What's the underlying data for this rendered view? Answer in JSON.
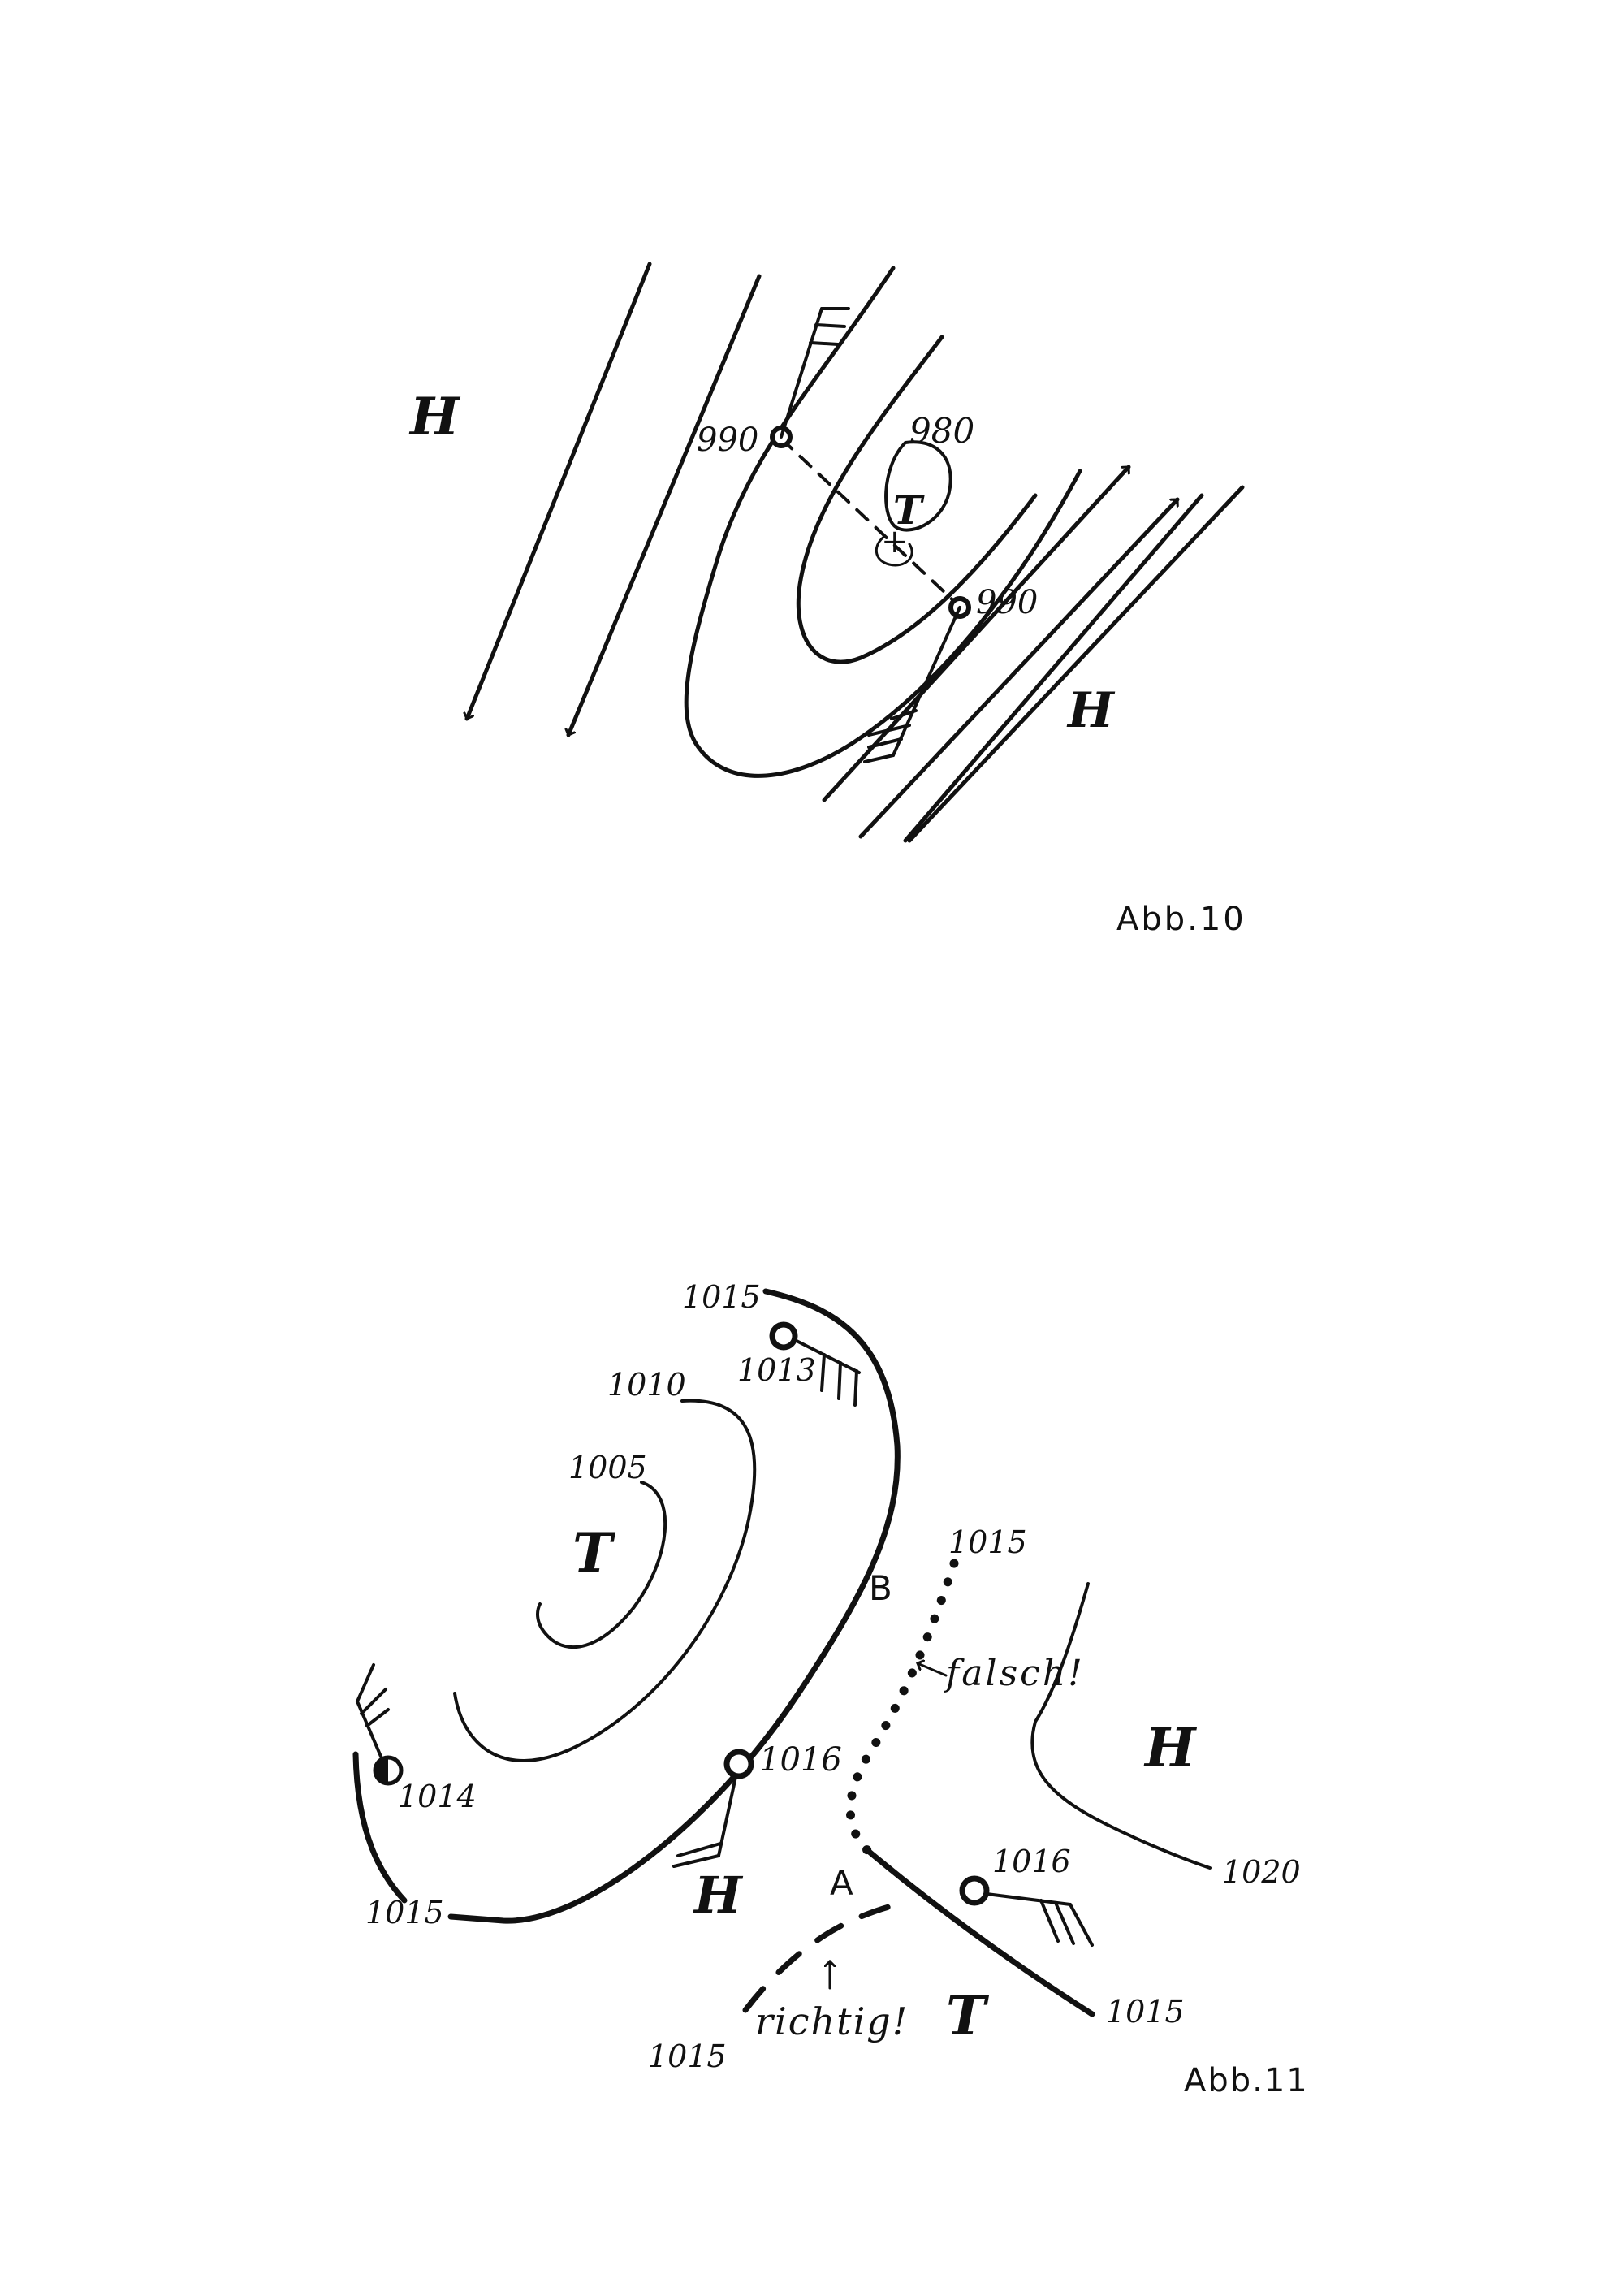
{
  "fig10": {
    "caption": "Abb.10",
    "high_left": "H",
    "high_right": "H",
    "low": "T",
    "isobar_center": "980",
    "station_nw": "990",
    "station_se": "990"
  },
  "fig11": {
    "caption": "Abb.11",
    "low_main": "T",
    "low_south": "T",
    "high_east": "H",
    "high_south": "H",
    "point_a": "A",
    "point_b": "B",
    "iso_1015_top": "1015",
    "iso_1010": "1010",
    "iso_1005": "1005",
    "iso_1015_left": "1015",
    "iso_1015_dotted": "1015",
    "iso_1020": "1020",
    "iso_1015_right": "1015",
    "iso_1015_bottom": "1015",
    "station_1013": "1013",
    "station_1014": "1014",
    "station_1016_mid": "1016",
    "station_1016_right": "1016",
    "annot_falsch": "falsch!",
    "annot_richtig": "richtig!"
  },
  "colors": {
    "ink": "#111111",
    "paper": "#ffffff"
  }
}
